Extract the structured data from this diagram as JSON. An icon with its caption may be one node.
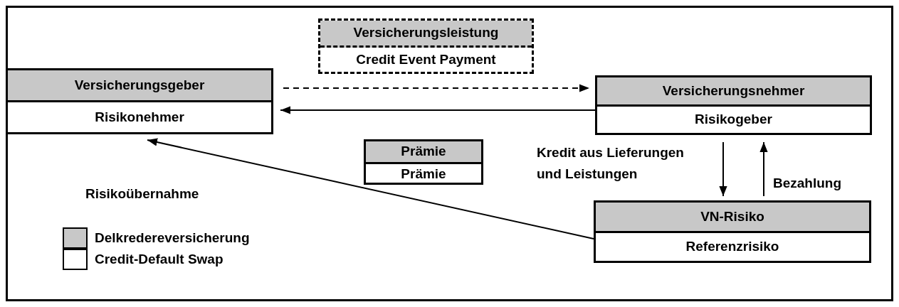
{
  "diagram": {
    "nodes": [
      {
        "text": [
          "Versicherungsleistung",
          "Credit Event Payment"
        ]
      },
      {
        "text": [
          "Versicherungsgeber",
          "Risikonehmer"
        ]
      },
      {
        "text": [
          "Versicherungsnehmer",
          "Risikogeber"
        ]
      },
      {
        "text": [
          "Prämie",
          "Prämie"
        ]
      },
      {
        "text": [
          "VN-Risiko",
          "Referenzrisiko"
        ]
      }
    ],
    "edges": [
      {
        "from": 1,
        "to": 2,
        "arrow": "to",
        "style": "dashed"
      },
      {
        "from": 2,
        "to": 1,
        "arrow": "to"
      },
      {
        "from": 2,
        "to": 4,
        "arrow": "to",
        "label": "Kredit aus Lieferungen und Leistungen"
      },
      {
        "from": 4,
        "to": 2,
        "arrow": "to",
        "label": "Bezahlung"
      },
      {
        "from": 4,
        "to": 1,
        "arrow": "to",
        "label": "Risikoübernahme"
      }
    ],
    "legend": [
      {
        "text": "Delkredereversicherung",
        "color": "#c8c8c8"
      },
      {
        "text": "Credit-Default Swap",
        "color": "#ffffff"
      }
    ]
  }
}
